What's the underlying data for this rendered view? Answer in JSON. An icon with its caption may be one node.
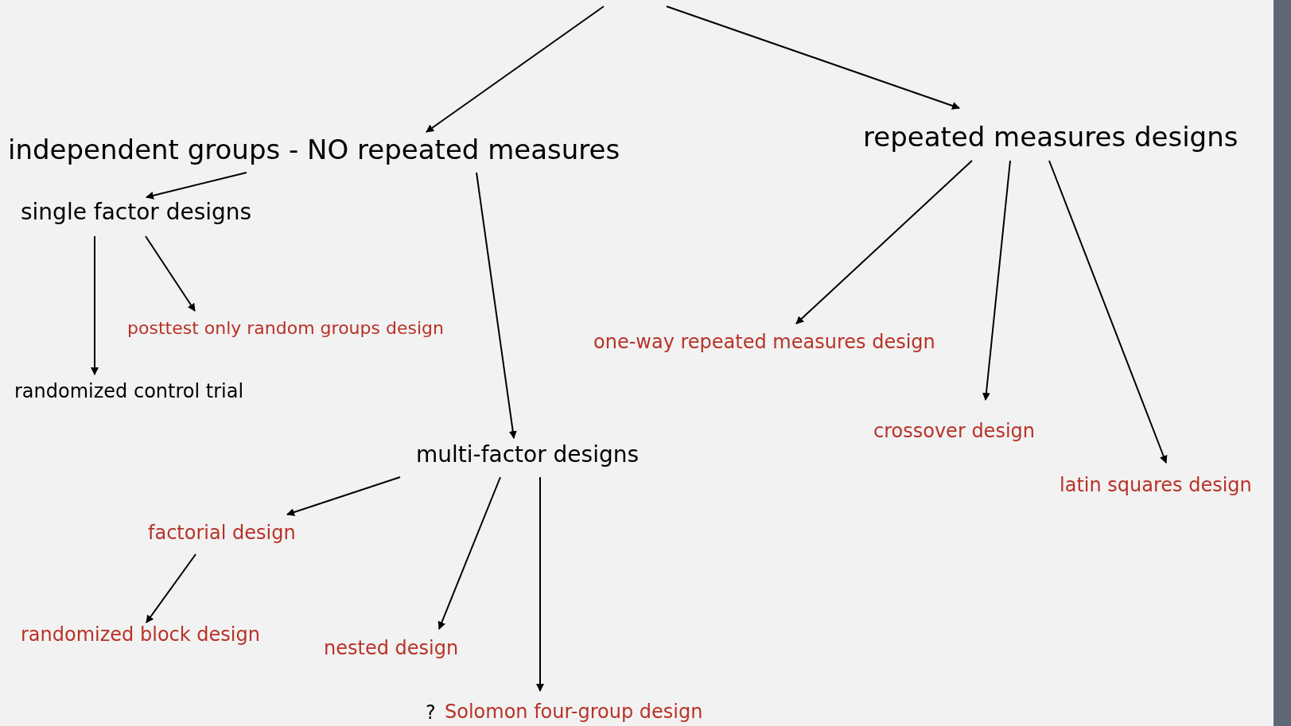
{
  "diagram": {
    "nodes": [
      {
        "text": [
          "independent groups - NO repeated measures"
        ]
      },
      {
        "text": [
          "repeated measures designs"
        ]
      },
      {
        "text": [
          "single factor designs"
        ]
      },
      {
        "text": [
          "posttest only random groups design"
        ]
      },
      {
        "text": [
          "randomized control trial"
        ]
      },
      {
        "text": [
          "multi-factor designs"
        ]
      },
      {
        "text": [
          "factorial design"
        ]
      },
      {
        "text": [
          "randomized block design"
        ]
      },
      {
        "text": [
          "nested design"
        ]
      },
      {
        "text": [
          "Solomon four-group design"
        ],
        "beside": [
          "?"
        ]
      },
      {
        "text": [
          "one-way repeated measures design"
        ]
      },
      {
        "text": [
          "crossover design"
        ]
      },
      {
        "text": [
          "latin squares design"
        ]
      }
    ],
    "edges": [
      {
        "from": null,
        "to": 0,
        "arrow": "to"
      },
      {
        "from": null,
        "to": 1,
        "arrow": "to"
      },
      {
        "from": 0,
        "to": 2,
        "arrow": "to"
      },
      {
        "from": 2,
        "to": 4,
        "arrow": "to"
      },
      {
        "from": 2,
        "to": 3,
        "arrow": "to"
      },
      {
        "from": 0,
        "to": 5,
        "arrow": "to"
      },
      {
        "from": 5,
        "to": 6,
        "arrow": "to"
      },
      {
        "from": 6,
        "to": 7,
        "arrow": "to"
      },
      {
        "from": 5,
        "to": 8,
        "arrow": "to"
      },
      {
        "from": 5,
        "to": 9,
        "arrow": "to"
      },
      {
        "from": 1,
        "to": 10,
        "arrow": "to"
      },
      {
        "from": 1,
        "to": 11,
        "arrow": "to"
      },
      {
        "from": 1,
        "to": 12,
        "arrow": "to"
      }
    ]
  }
}
